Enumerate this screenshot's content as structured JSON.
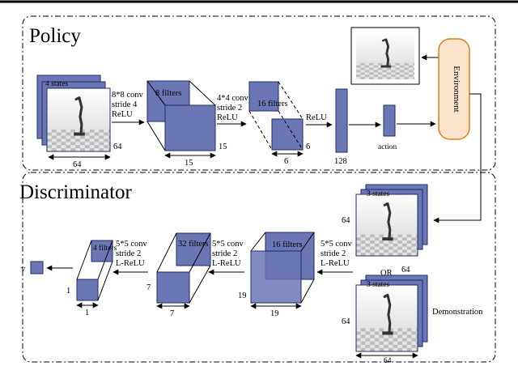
{
  "sections": {
    "policy": "Policy",
    "discriminator": "Discriminator"
  },
  "policy": {
    "input": {
      "stack_label": "4 states",
      "width": "64",
      "height": "64"
    },
    "conv1": {
      "line1": "8*8 conv",
      "line2": "stride 4",
      "line3": "ReLU"
    },
    "vol1": {
      "filters": "8 filters",
      "width": "15",
      "height": "15"
    },
    "conv2": {
      "line1": "4*4 conv",
      "line2": "stride 2",
      "line3": "ReLU"
    },
    "vol2": {
      "filters": "16 filters",
      "width": "6",
      "height": "6"
    },
    "relu": "ReLU",
    "fc": "128",
    "action": "action"
  },
  "environment": {
    "label": "Environment"
  },
  "discriminator": {
    "generated": {
      "stack_label": "3 states",
      "width": "64",
      "height": "64"
    },
    "or": "OR",
    "demo": {
      "stack_label": "3 states",
      "width": "64",
      "height": "64",
      "caption": "Demonstration"
    },
    "conv1": {
      "line1": "5*5 conv",
      "line2": "stride 2",
      "line3": "L-ReLU"
    },
    "vol1": {
      "filters": "16 filters",
      "width": "19",
      "height": "19"
    },
    "conv2": {
      "line1": "5*5 conv",
      "line2": "stride 2",
      "line3": "L-ReLU"
    },
    "vol2": {
      "filters": "32 filters",
      "width": "7",
      "height": "7"
    },
    "conv3": {
      "line1": "5*5 conv",
      "line2": "stride 2",
      "line3": "L-ReLU"
    },
    "vol3": {
      "filters": "4 filters",
      "width": "1",
      "height": "1"
    },
    "output": "v"
  },
  "colors": {
    "volume_fill": "#6b77b5",
    "volume_edge": "#1f2a66",
    "env_fill": "#fbe3cc",
    "env_stroke": "#d9801a"
  }
}
